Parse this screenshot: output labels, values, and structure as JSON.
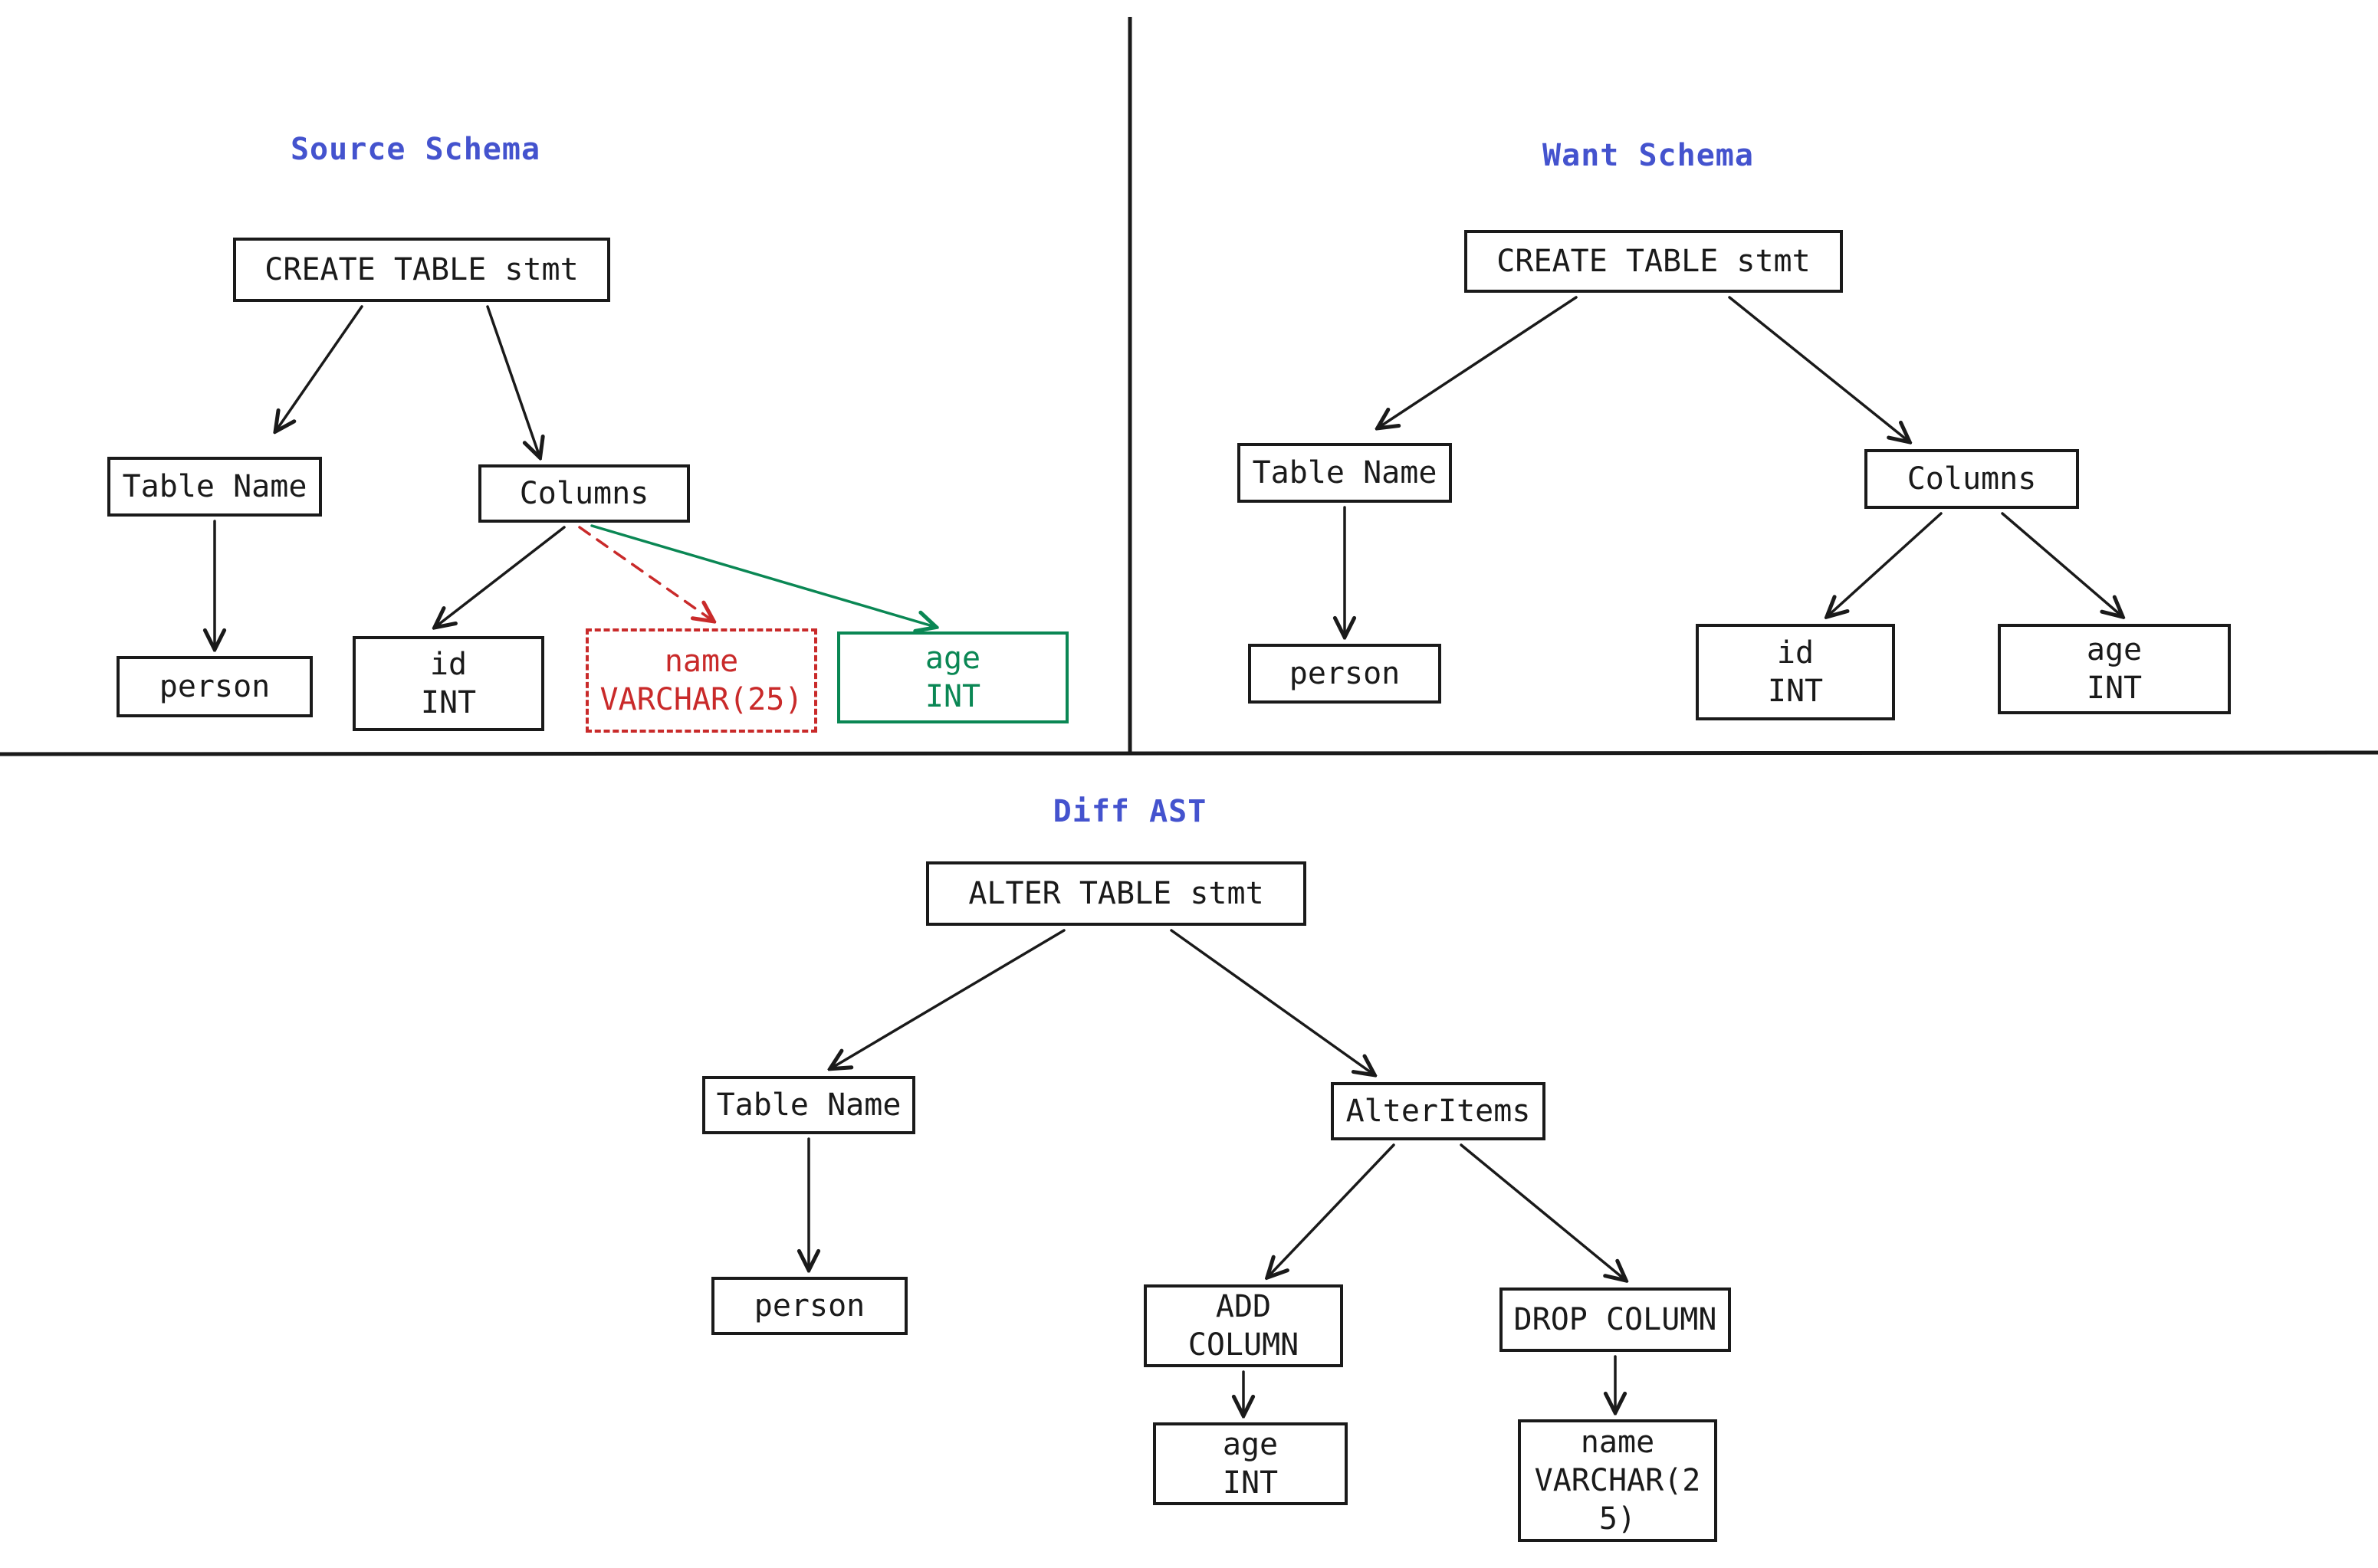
{
  "colors": {
    "ink": "#1a1a1a",
    "title-blue": "#4453ce",
    "removed-red": "#c92a2a",
    "added-green": "#0a8754",
    "background": "#ffffff"
  },
  "panels": {
    "source": {
      "title": "Source Schema",
      "nodes": {
        "create_stmt": "CREATE TABLE stmt",
        "table_name": "Table Name",
        "columns": "Columns",
        "person": "person",
        "id_col": "id\nINT",
        "name_col": "name\nVARCHAR(25)",
        "age_col": "age\nINT"
      }
    },
    "want": {
      "title": "Want Schema",
      "nodes": {
        "create_stmt": "CREATE TABLE stmt",
        "table_name": "Table Name",
        "columns": "Columns",
        "person": "person",
        "id_col": "id\nINT",
        "age_col": "age\nINT"
      }
    },
    "diff": {
      "title": "Diff AST",
      "nodes": {
        "alter_stmt": "ALTER TABLE stmt",
        "table_name": "Table Name",
        "alter_items": "AlterItems",
        "person": "person",
        "add_column": "ADD\nCOLUMN",
        "drop_column": "DROP COLUMN",
        "age_col": "age\nINT",
        "name_col": "name\nVARCHAR(2\n5)"
      }
    }
  }
}
